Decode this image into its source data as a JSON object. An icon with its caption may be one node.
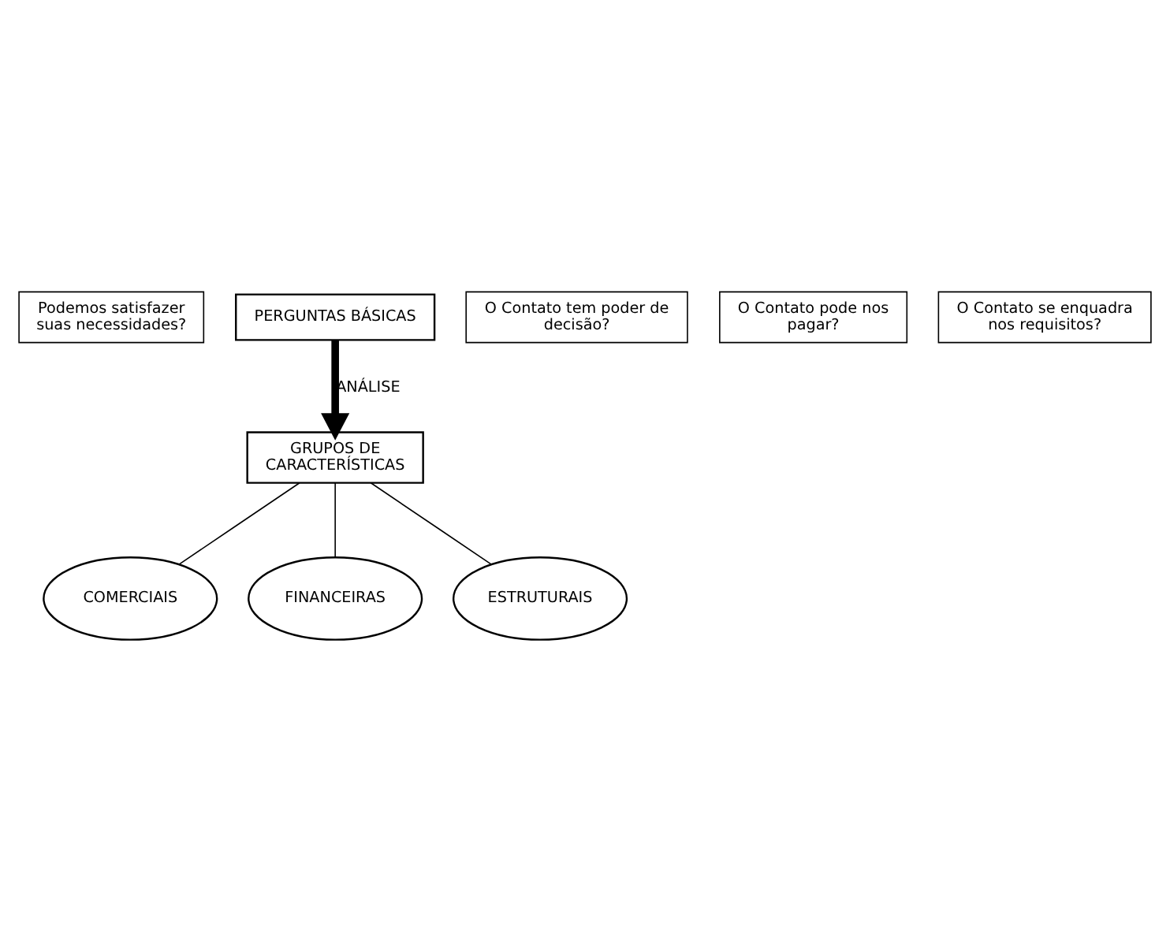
{
  "diagram": {
    "nodes": [
      {
        "text": [
          "Podemos satisfazer suas necessidades?"
        ]
      },
      {
        "text": [
          "PERGUNTAS BÁSICAS"
        ]
      },
      {
        "text": [
          "O Contato tem poder de decisão?"
        ]
      },
      {
        "text": [
          "O Contato pode nos pagar?"
        ]
      },
      {
        "text": [
          "O Contato se enquadra nos requisitos?"
        ]
      },
      {
        "text": [
          "GRUPOS DE CARACTERÍSTICAS"
        ]
      },
      {
        "text": [
          "COMERCIAIS"
        ]
      },
      {
        "text": [
          "FINANCEIRAS"
        ]
      },
      {
        "text": [
          "ESTRUTURAIS"
        ]
      }
    ],
    "edges": [
      {
        "from": 1,
        "to": 5,
        "arrow": "to",
        "label": "ANÁLISE",
        "style": "thick"
      },
      {
        "from": 5,
        "to": 6,
        "arrow": "none"
      },
      {
        "from": 5,
        "to": 8,
        "arrow": "none"
      },
      {
        "from": 5,
        "to": 7,
        "arrow": "none"
      }
    ]
  }
}
